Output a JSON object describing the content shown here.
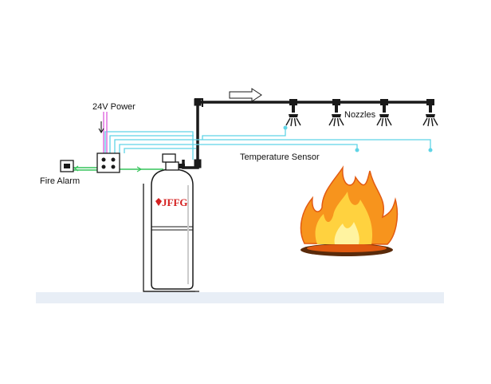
{
  "labels": {
    "power": "24V Power",
    "fire_alarm": "Fire Alarm",
    "temperature_sensor": "Temperature Sensor",
    "nozzles": "Nozzles",
    "brand": "JFFG"
  },
  "colors": {
    "pipe": "#1a1a1a",
    "signal_cyan": "#5fd4e6",
    "power_line": "#e070e0",
    "alarm_line": "#35c45a",
    "floor": "#e8eef6",
    "brand_red": "#d42020",
    "flame_orange": "#f7941d",
    "flame_yellow": "#ffd23f"
  },
  "icons": {
    "flow_arrow": "right-arrow-outline-icon",
    "nozzle": "spray-nozzle-icon",
    "fire": "fire-icon"
  }
}
